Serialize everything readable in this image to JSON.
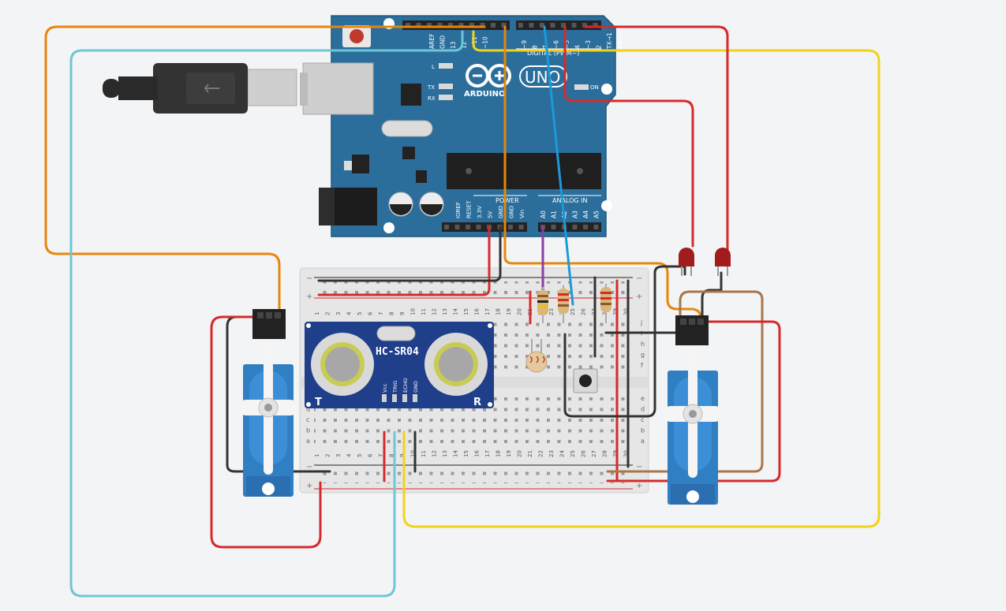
{
  "arduino": {
    "brand": "ARDUINO",
    "model": "UNO",
    "on_label": "ON",
    "l_label": "L",
    "tx_label": "TX",
    "rx_label": "RX",
    "digital_label": "DIGITAL (PWM~)",
    "power_label": "POWER",
    "analog_label": "ANALOG IN",
    "digital_pins": [
      "AREF",
      "GND",
      "13",
      "12",
      "~11",
      "~10",
      "~9",
      "8",
      "7",
      "~6",
      "~5",
      "4",
      "~3",
      "2",
      "TX→1",
      "RX←0"
    ],
    "power_pins": [
      "IOREF",
      "RESET",
      "3.3V",
      "5V",
      "GND",
      "GND",
      "Vin"
    ],
    "analog_pins": [
      "A0",
      "A1",
      "A2",
      "A3",
      "A4",
      "A5"
    ]
  },
  "sensor": {
    "name": "HC-SR04",
    "left_mark": "T",
    "right_mark": "R",
    "pins": [
      "Vcc",
      "TRIG",
      "ECHO",
      "GND"
    ]
  },
  "breadboard": {
    "columns": [
      "1",
      "2",
      "3",
      "4",
      "5",
      "6",
      "7",
      "8",
      "9",
      "10",
      "11",
      "12",
      "13",
      "14",
      "15",
      "16",
      "17",
      "18",
      "19",
      "20",
      "21",
      "22",
      "23",
      "24",
      "25",
      "26",
      "27",
      "28",
      "29",
      "30"
    ],
    "rows_top": [
      "j",
      "i",
      "h",
      "g",
      "f"
    ],
    "rows_bottom": [
      "e",
      "d",
      "c",
      "b",
      "a"
    ],
    "rail_plus": "+",
    "rail_minus": "−"
  },
  "colors": {
    "wire_red": "#d62a2a",
    "wire_black": "#333333",
    "wire_orange": "#e8860c",
    "wire_yellow": "#f2d21b",
    "wire_cyan": "#6fc6d6",
    "wire_blue": "#1b9ad8",
    "wire_purple": "#8a3fa0",
    "wire_brown": "#a9764a",
    "board_blue": "#2b6e9c",
    "servo_blue": "#2f7fc2"
  }
}
